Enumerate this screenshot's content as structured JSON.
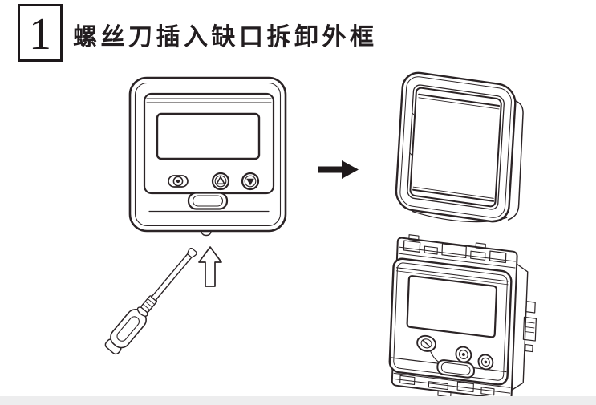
{
  "page": {
    "background_color": "#ffffff",
    "line_color": "#2b2426",
    "arrow_color": "#1f1a1b",
    "footer_band_color": "#ededee"
  },
  "header": {
    "step_number": "1",
    "title": "螺丝刀插入缺口拆卸外框"
  },
  "figure": {
    "icons": [
      "thermostat-front-view",
      "screwdriver-icon",
      "insert-direction-arrow-icon",
      "right-arrow-icon",
      "removed-outer-frame-view",
      "thermostat-body-view",
      "power-button-icon",
      "up-button-icon",
      "down-button-icon"
    ]
  }
}
